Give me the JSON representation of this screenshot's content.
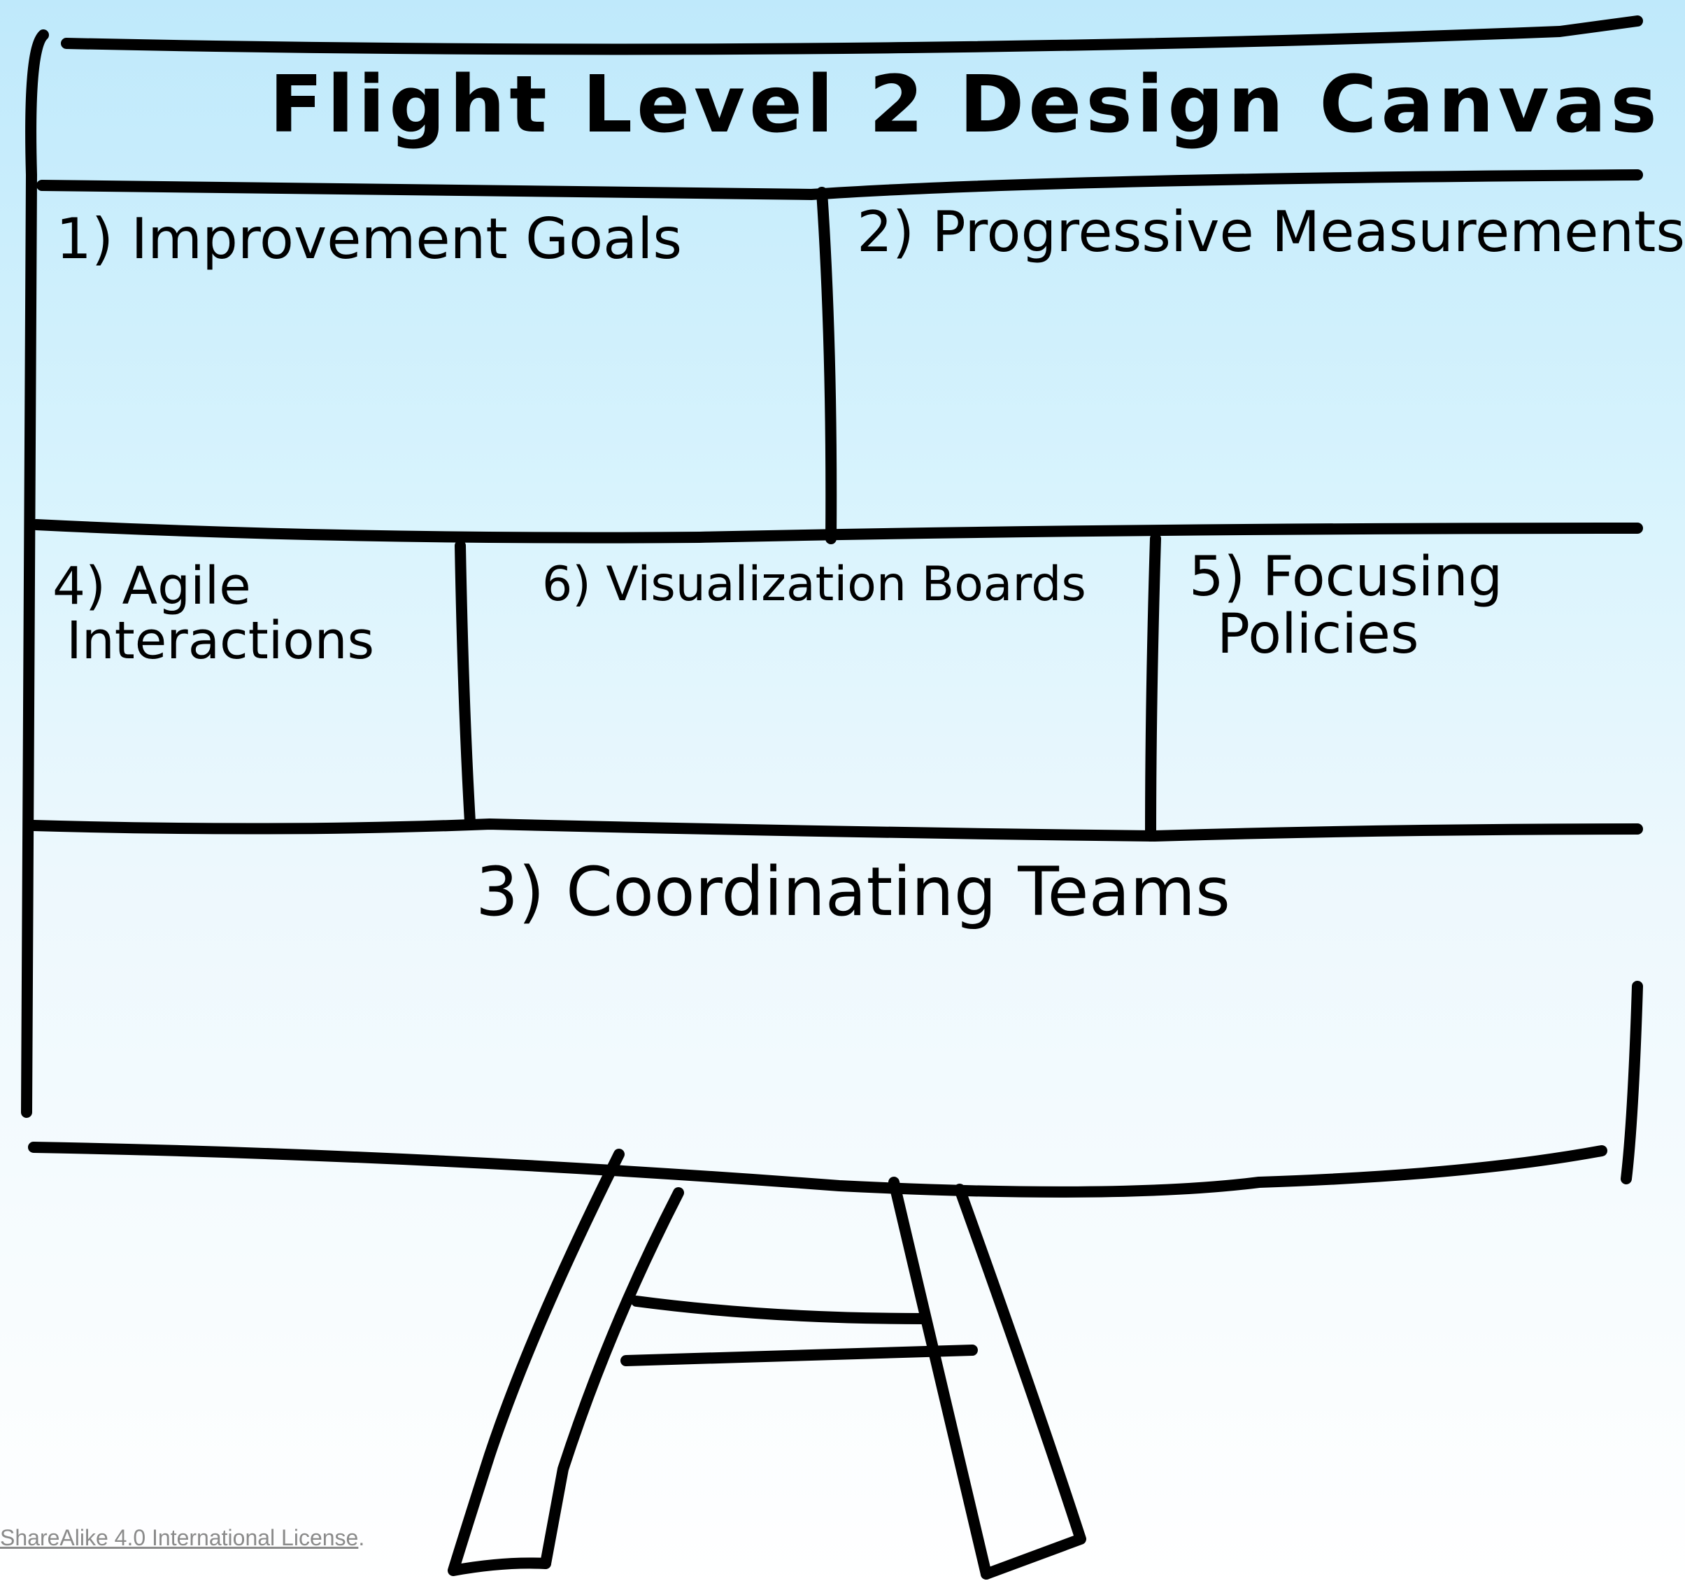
{
  "canvas": {
    "title": "Flight Level 2 Design Canvas",
    "sections": {
      "improvement_goals": "1) Improvement Goals",
      "progressive_measurements": "2) Progressive Measurements",
      "coordinating_teams": "3) Coordinating Teams",
      "agile_interactions_line1": "4) Agile",
      "agile_interactions_line2": "Interactions",
      "focusing_policies_line1": "5) Focusing",
      "focusing_policies_line2": "Policies",
      "visualization_boards": "6) Visualization Boards"
    }
  },
  "license": {
    "link_text": "ShareAlike 4.0 International License",
    "suffix": "."
  },
  "colors": {
    "ink": "#000000",
    "sky_top": "#bfe9fb",
    "license_text": "#8a8a8a"
  }
}
